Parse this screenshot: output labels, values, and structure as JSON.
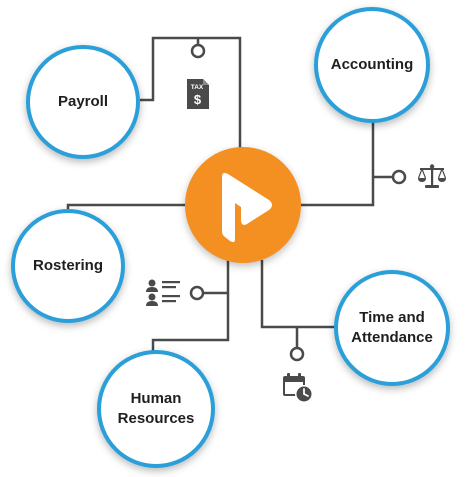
{
  "diagram": {
    "center_logo": "play-logo-icon",
    "colors": {
      "accent": "#f39021",
      "ring": "#2a9fd9",
      "line": "#4a4a4a",
      "icon": "#4a4a4a"
    },
    "nodes": {
      "payroll": {
        "label": "Payroll",
        "icon": "tax-document-icon"
      },
      "accounting": {
        "label": "Accounting",
        "icon": "scales-icon"
      },
      "rostering": {
        "label": "Rostering",
        "icon": "staff-list-icon"
      },
      "time_attendance": {
        "line1": "Time and",
        "line2": "Attendance",
        "icon": "calendar-clock-icon"
      },
      "human_resources": {
        "line1": "Human",
        "line2": "Resources"
      }
    },
    "tax_icon_text": "TAX",
    "tax_icon_symbol": "$"
  }
}
